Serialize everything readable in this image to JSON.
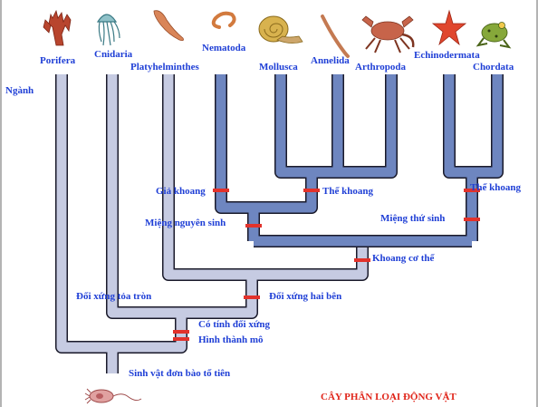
{
  "title": "CÂY PHÂN LOẠI ĐỘNG VẬT",
  "root_label": "Ngành",
  "colors": {
    "light_branch": "#c6cbe2",
    "dark_branch": "#6e86c0",
    "outline": "#1a1a2a",
    "marker": "#e2322b",
    "label": "#1f3fd6",
    "title": "#e0261b"
  },
  "phyla": [
    {
      "name": "Porifera",
      "icon": "sponge-icon"
    },
    {
      "name": "Cnidaria",
      "icon": "jellyfish-icon"
    },
    {
      "name": "Platyhelminthes",
      "icon": "flatworm-icon"
    },
    {
      "name": "Nematoda",
      "icon": "roundworm-icon"
    },
    {
      "name": "Mollusca",
      "icon": "snail-shell-icon"
    },
    {
      "name": "Annelida",
      "icon": "earthworm-icon"
    },
    {
      "name": "Arthropoda",
      "icon": "crab-icon"
    },
    {
      "name": "Echinodermata",
      "icon": "starfish-icon"
    },
    {
      "name": "Chordata",
      "icon": "frog-icon"
    }
  ],
  "traits": {
    "pseudocoelom": "Giả khoang",
    "coelom_protostome": "Thể khoang",
    "coelom_deuterostome": "Thể khoang",
    "protostome": "Miệng nguyên sinh",
    "deuterostome": "Miệng thứ sinh",
    "body_cavity": "Khoang cơ thể",
    "radial": "Đối xứng tỏa tròn",
    "bilateral": "Đối xứng hai bên",
    "symmetry": "Có tính đối xứng",
    "tissues": "Hình thành mô",
    "ancestor": "Sinh vật đơn bào tổ tiên"
  },
  "ancestor_icon": "protist-icon"
}
